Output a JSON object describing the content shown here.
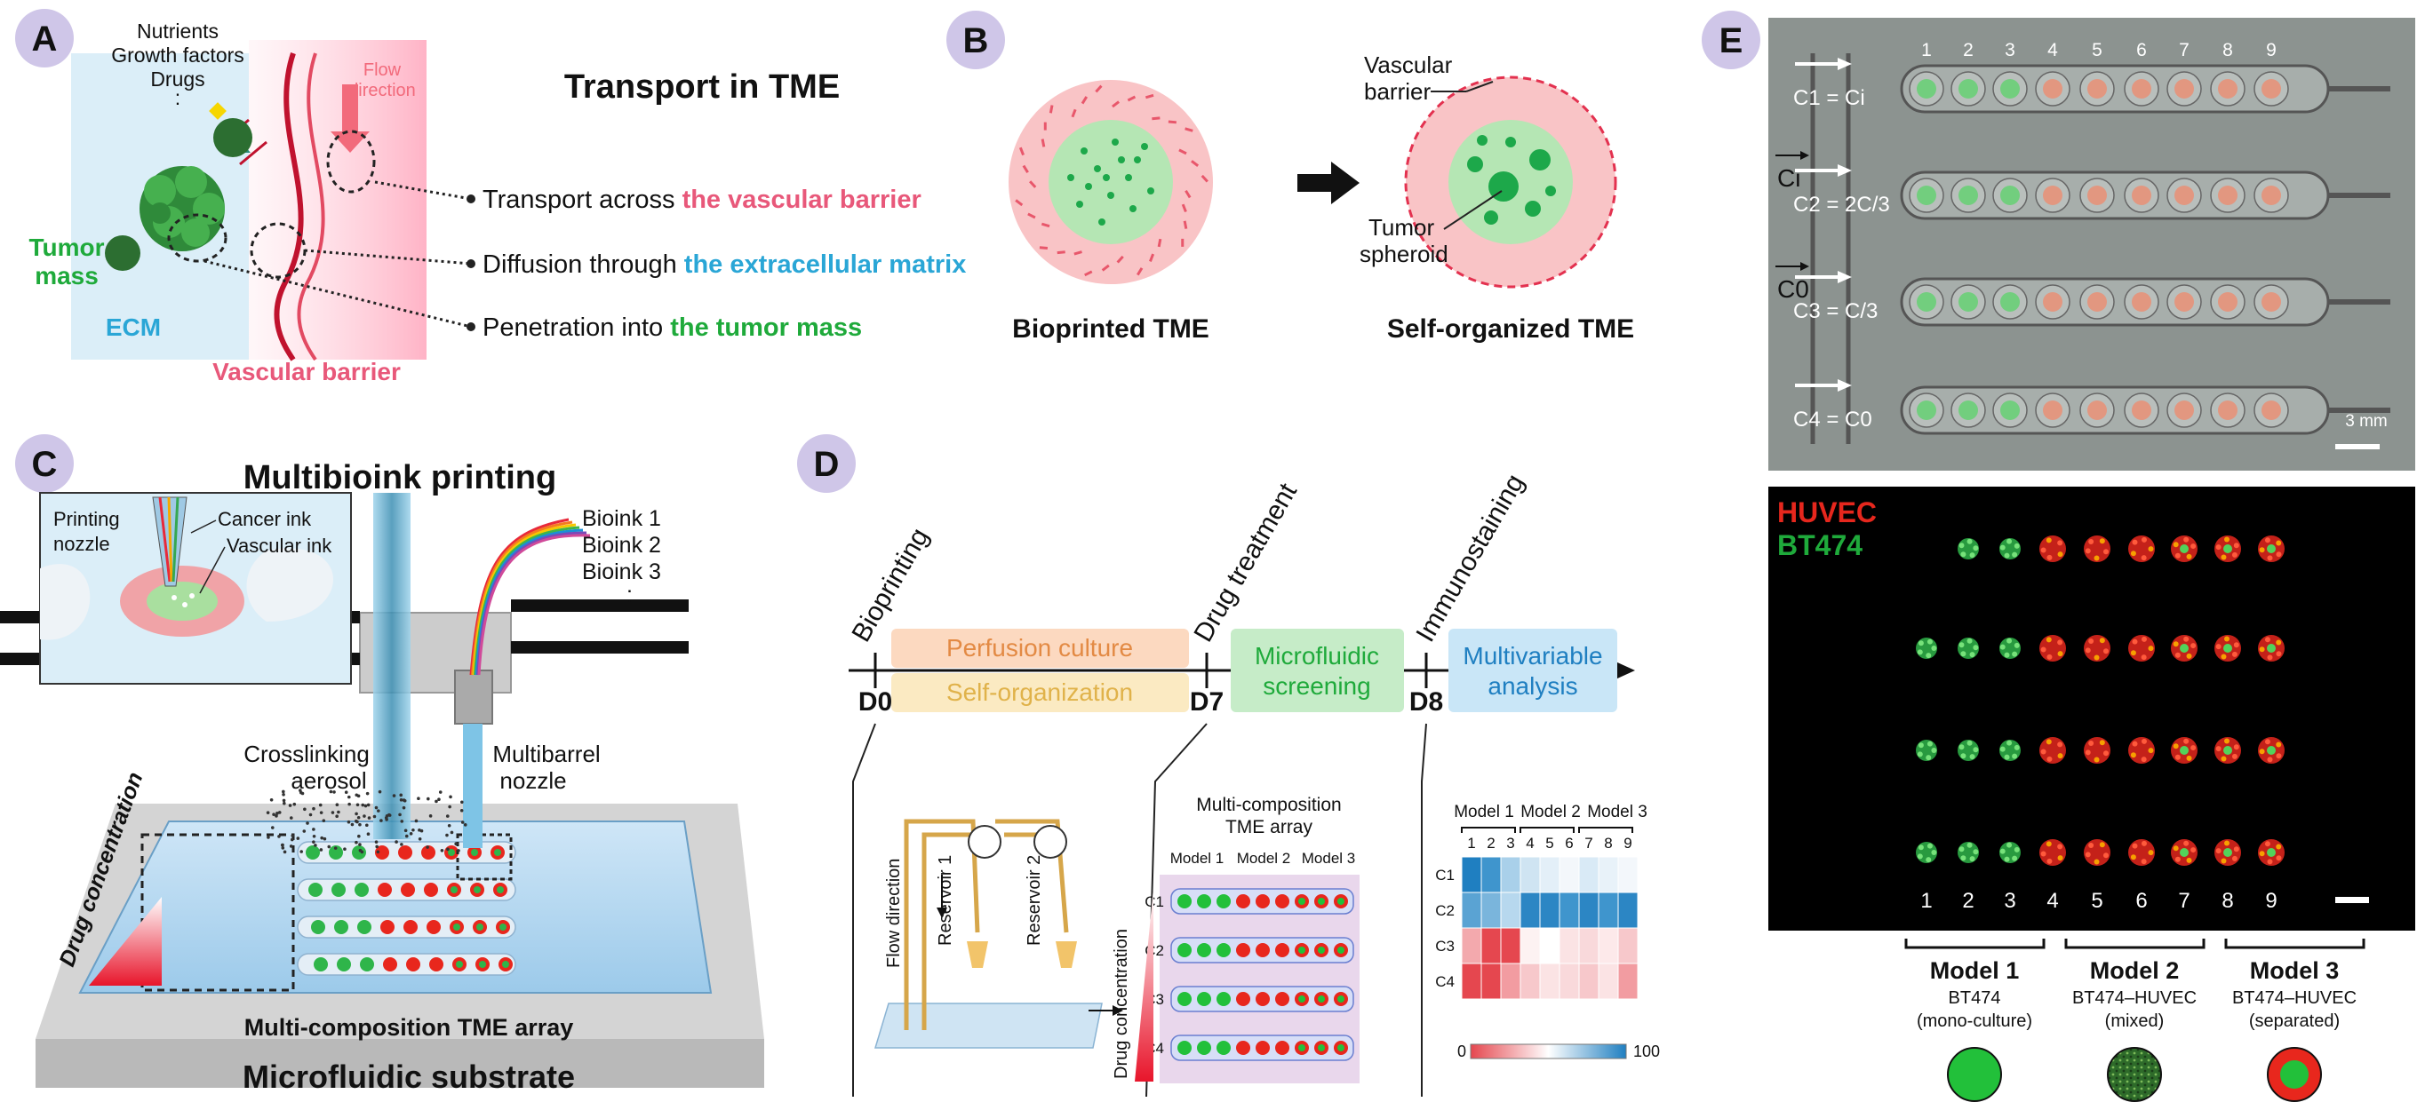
{
  "panels": {
    "A": {
      "letter": "A",
      "title": "Transport in TME",
      "inputs": [
        "Nutrients",
        "Growth factors",
        "Drugs",
        ":"
      ],
      "flow": [
        "Flow",
        "direction"
      ],
      "tumor_label": [
        "Tumor",
        "mass"
      ],
      "ecm": "ECM",
      "vascular_barrier": "Vascular barrier",
      "row1_prefix": "Transport across ",
      "row1_highlight": "the vascular barrier",
      "row2_prefix": "Diffusion through ",
      "row2_highlight": "the extracellular matrix",
      "row3_prefix": "Penetration into ",
      "row3_highlight": "the tumor mass"
    },
    "B": {
      "letter": "B",
      "vascular_barrier": [
        "Vascular",
        "barrier"
      ],
      "tumor_spheroid": [
        "Tumor",
        "spheroid"
      ],
      "bioprinted": "Bioprinted  TME",
      "self_organized": "Self-organized TME"
    },
    "C": {
      "letter": "C",
      "title": "Multibioink printing",
      "printing_nozzle": [
        "Printing",
        "nozzle"
      ],
      "cancer_ink": "Cancer ink",
      "vascular_ink": "Vascular ink",
      "bioinks": [
        "Bioink 1",
        "Bioink 2",
        "Bioink 3",
        ":"
      ],
      "crosslinking": [
        "Crosslinking",
        "aerosol"
      ],
      "multibarrel": [
        "Multibarrel",
        "nozzle"
      ],
      "drug_concentration": "Drug concentration",
      "array_label": "Multi-composition TME array",
      "substrate": "Microfluidic substrate"
    },
    "D": {
      "letter": "D",
      "steps": [
        "Bioprinting",
        "Drug treatment",
        "Immunostaining"
      ],
      "days": [
        "D0",
        "D7",
        "D8"
      ],
      "perfusion": "Perfusion culture",
      "self_org": "Self-organization",
      "screening": [
        "Microfluidic",
        "screening"
      ],
      "analysis": [
        "Multivariable",
        "analysis"
      ],
      "flow_direction": "Flow direction",
      "reservoir1": "Reservoir 1",
      "reservoir2": "Reservoir 2",
      "array_title": [
        "Multi-composition",
        "TME array"
      ],
      "models": [
        "Model 1",
        "Model 2",
        "Model 3"
      ],
      "drug_conc": "Drug concentration",
      "conc_labels": [
        "C1",
        "C2",
        "C3",
        "C4"
      ],
      "heat_cols": [
        "1",
        "2",
        "3",
        "4",
        "5",
        "6",
        "7",
        "8",
        "9"
      ],
      "scale_min": "0",
      "scale_max": "100"
    },
    "E": {
      "letter": "E",
      "columns": [
        "1",
        "2",
        "3",
        "4",
        "5",
        "6",
        "7",
        "8",
        "9"
      ],
      "ci": "Ci",
      "c0": "C0",
      "rows": [
        "C1 = Ci",
        "C2 = 2C/3",
        "C3 = C/3",
        "C4 = C0"
      ],
      "scale": "3 mm",
      "huvec": "HUVEC",
      "bt474": "BT474",
      "model1": [
        "Model 1",
        "BT474",
        "(mono-culture)"
      ],
      "model2": [
        "Model 2",
        "BT474–HUVEC",
        "(mixed)"
      ],
      "model3": [
        "Model 3",
        "BT474–HUVEC",
        "(separated)"
      ]
    }
  },
  "colors": {
    "pink": "#e8587a",
    "blue": "#2aa6d6",
    "green": "#1faa3b",
    "circle": "#cfc6e8"
  }
}
